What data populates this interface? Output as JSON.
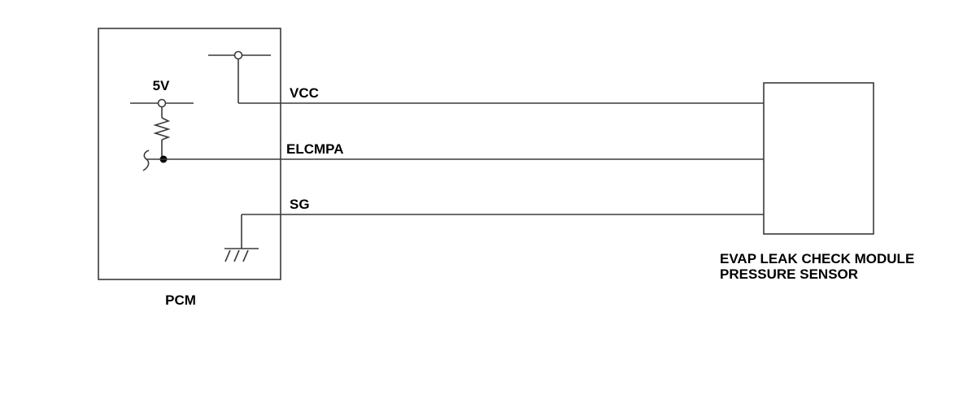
{
  "pcm": {
    "label": "PCM",
    "supply_label": "5V"
  },
  "wires": [
    {
      "id": "vcc",
      "label": "VCC"
    },
    {
      "id": "elcmpa",
      "label": "ELCMPA"
    },
    {
      "id": "sg",
      "label": "SG"
    }
  ],
  "sensor": {
    "label_line1": "EVAP LEAK CHECK MODULE",
    "label_line2": "PRESSURE SENSOR"
  }
}
